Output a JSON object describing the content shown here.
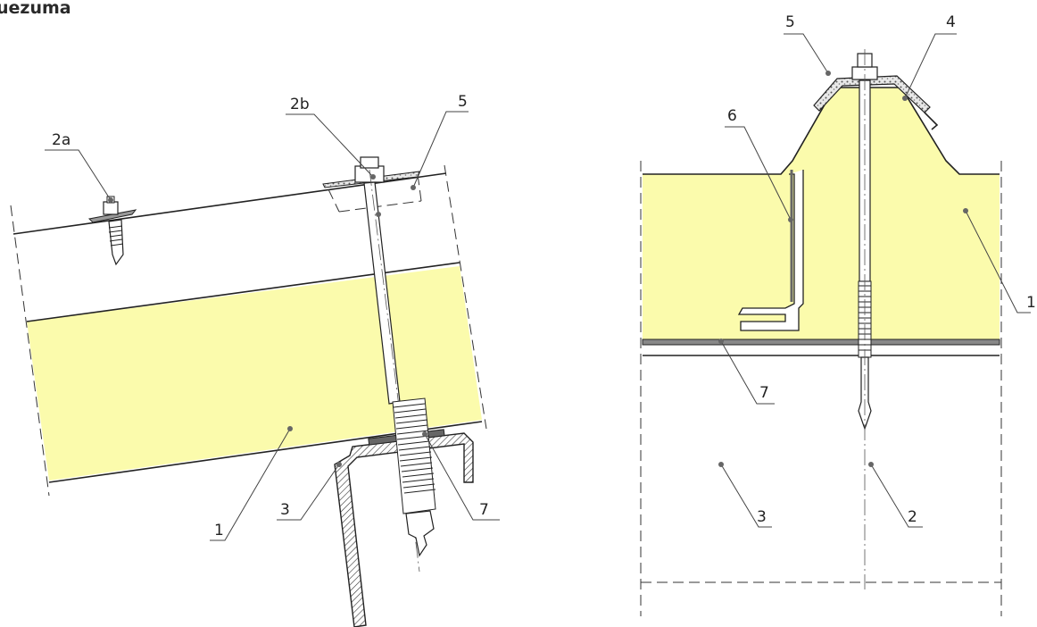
{
  "title": "uezuma",
  "colors": {
    "foam": "#fbfbac",
    "line": "#222222",
    "hatch": "#444444"
  },
  "left_detail": {
    "labels": {
      "n1": "1",
      "n2a": "2a",
      "n2b": "2b",
      "n3": "3",
      "n5": "5",
      "n7": "7"
    }
  },
  "right_detail": {
    "labels": {
      "n1": "1",
      "n2": "2",
      "n3": "3",
      "n4": "4",
      "n5": "5",
      "n6": "6",
      "n7": "7"
    }
  }
}
